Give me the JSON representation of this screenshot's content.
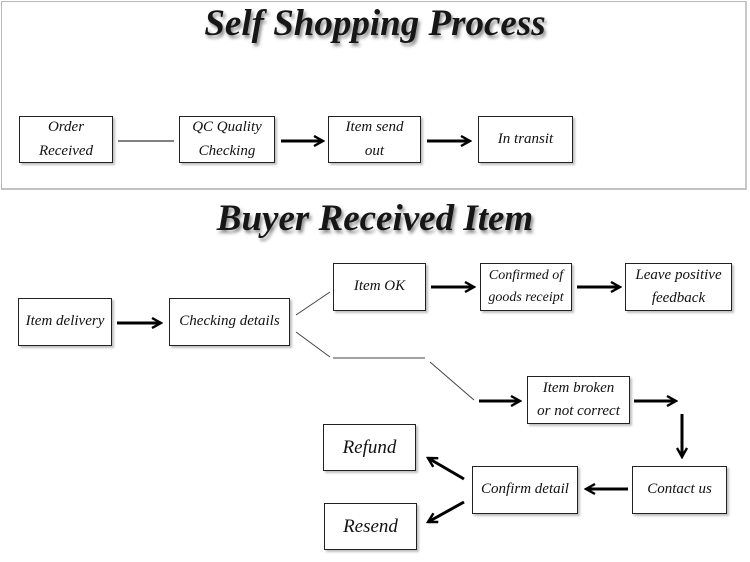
{
  "diagram": {
    "title_top": "Self Shopping Process",
    "title_bottom": "Buyer Received Item",
    "process": {
      "order_received": "Order\nReceived",
      "qc_quality_checking": "QC Quality\nChecking",
      "item_send_out": "Item send\nout",
      "in_transit": "In transit"
    },
    "received": {
      "item_delivery": "Item delivery",
      "checking_details": "Checking details",
      "item_ok": "Item OK",
      "confirmed_receipt": "Confirmed of\ngoods receipt",
      "leave_feedback": "Leave positive\nfeedback",
      "item_broken": "Item broken\nor not correct",
      "contact_us": "Contact us",
      "confirm_detail": "Confirm detail",
      "refund": "Refund",
      "resend": "Resend"
    }
  }
}
